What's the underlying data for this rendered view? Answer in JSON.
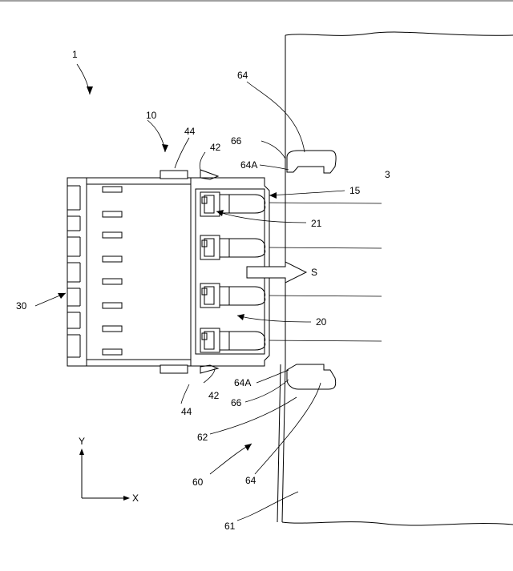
{
  "figure": {
    "labels": {
      "assembly": "1",
      "housing": "10",
      "terminal_module": "20",
      "cover": "30",
      "wire": "3",
      "terminal_fitting": "15",
      "receiving": "21",
      "lock_arm_top": "42",
      "lock_arm_bottom": "42",
      "protrusion_top": "44",
      "protrusion_bottom": "44",
      "panel_assembly": "60",
      "panel": "61",
      "hole_edge": "62",
      "clip_top": "64",
      "clip_bottom": "64",
      "clip_tip_top": "64A",
      "clip_tip_bottom": "64A",
      "edge_top": "66",
      "edge_bottom": "66",
      "direction": "S"
    },
    "axes": {
      "y": "Y",
      "x": "X"
    }
  }
}
